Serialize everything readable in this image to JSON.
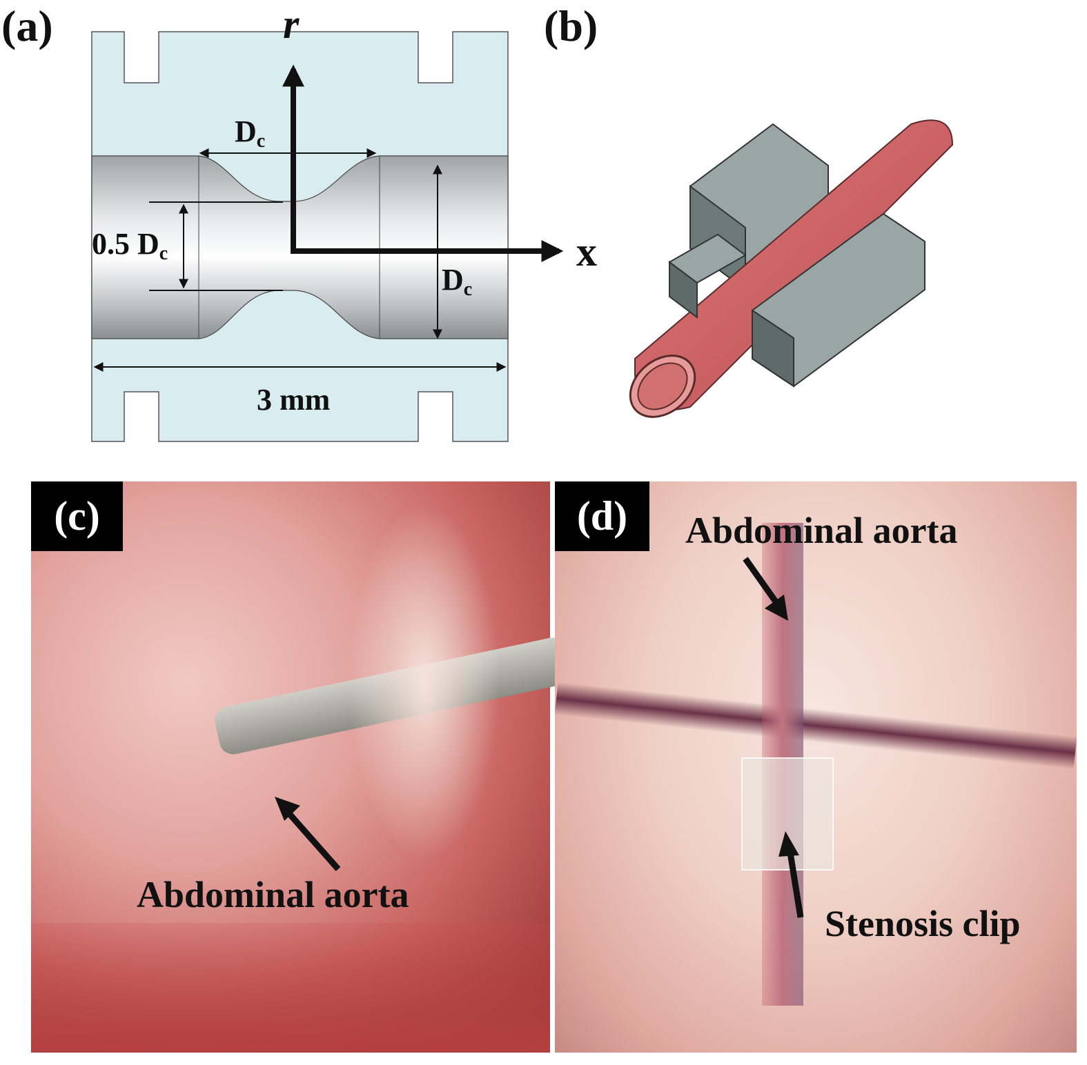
{
  "figure": {
    "panels": [
      {
        "id": "a",
        "label": "(a)"
      },
      {
        "id": "b",
        "label": "(b)"
      },
      {
        "id": "c",
        "label": "(c)"
      },
      {
        "id": "d",
        "label": "(d)"
      }
    ],
    "schematic": {
      "axis_r": "r",
      "axis_x": "x",
      "dim_throat": "D",
      "dim_throat_sub": "c",
      "dim_stenosis": "0.5 D",
      "dim_stenosis_sub": "c",
      "dim_diameter": "D",
      "dim_diameter_sub": "c",
      "dim_length": "3 mm"
    },
    "photo_c": {
      "caption": "Abdominal aorta"
    },
    "photo_d": {
      "caption_top": "Abdominal aorta",
      "caption_bottom": "Stenosis clip"
    },
    "colors": {
      "clip_fill": "#d9ecf0",
      "vessel_red": "#c9595c",
      "clip_grey": "#8e9a9a"
    }
  }
}
